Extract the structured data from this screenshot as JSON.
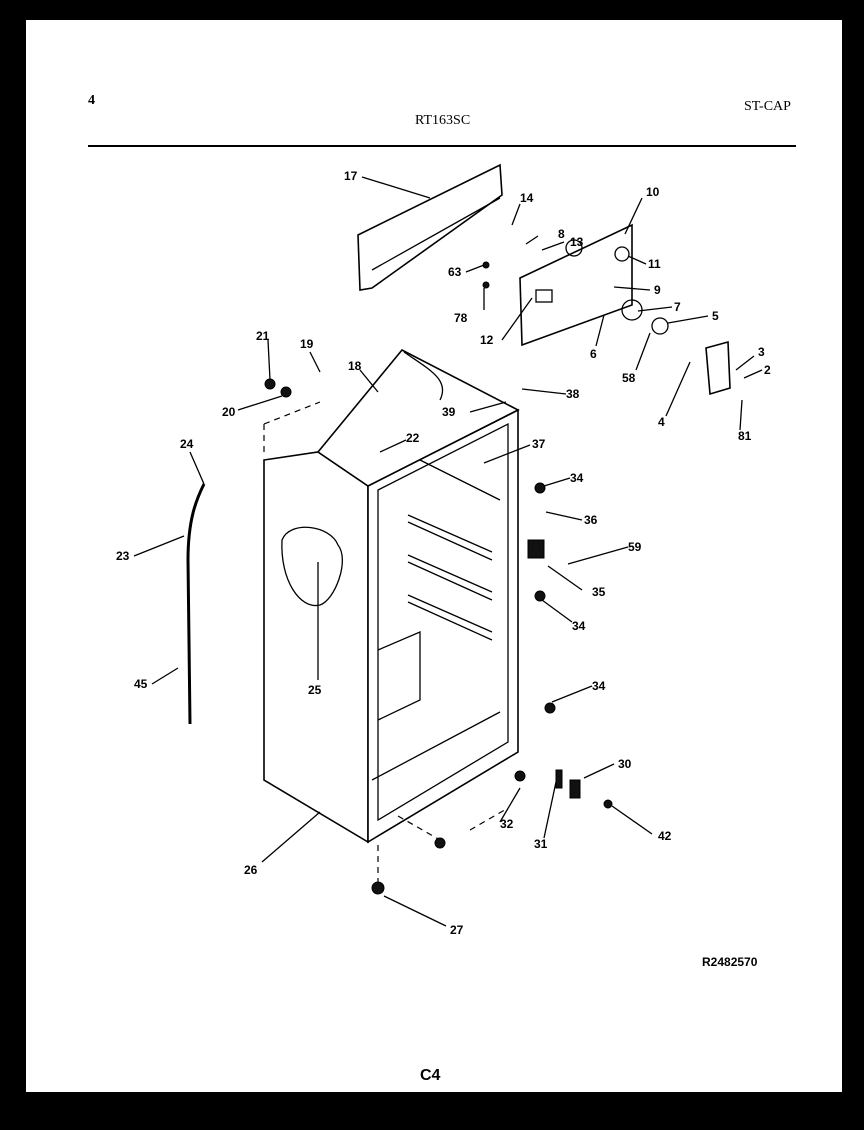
{
  "header": {
    "page_number": "4",
    "model": "RT163SC",
    "section": "ST-CAP"
  },
  "footer": {
    "ref_code": "R2482570",
    "page_code": "C4"
  },
  "callouts": [
    "17",
    "14",
    "8",
    "13",
    "10",
    "11",
    "63",
    "9",
    "78",
    "7",
    "12",
    "5",
    "6",
    "58",
    "3",
    "2",
    "21",
    "19",
    "18",
    "4",
    "81",
    "20",
    "38",
    "39",
    "24",
    "22",
    "37",
    "34",
    "36",
    "59",
    "23",
    "35",
    "34",
    "25",
    "34",
    "45",
    "30",
    "31",
    "42",
    "32",
    "26",
    "27"
  ]
}
